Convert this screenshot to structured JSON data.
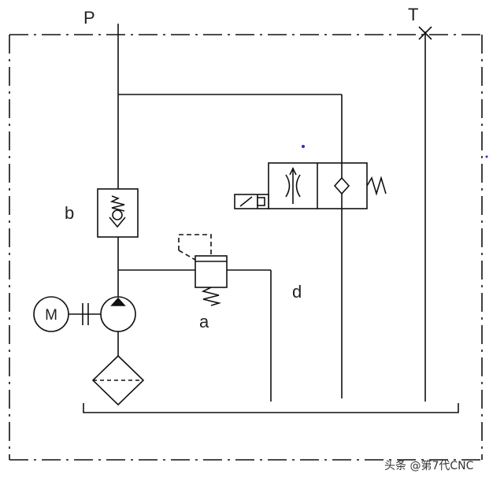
{
  "labels": {
    "p": "P",
    "t": "T",
    "b": "b",
    "a": "a",
    "d": "d",
    "m": "M"
  },
  "watermark": "头条 @第7代CNC",
  "colors": {
    "line": "#111111",
    "dot": "#2b2bd6"
  }
}
